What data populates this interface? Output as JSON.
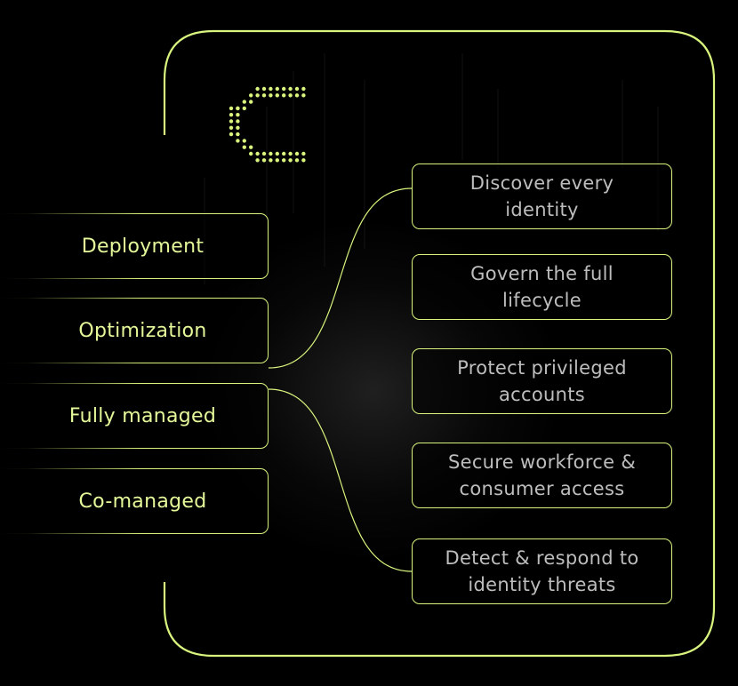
{
  "colors": {
    "accent": "#d9f57e",
    "left_text": "#e4f89a",
    "right_text": "#bdbdbd",
    "background": "#000000"
  },
  "logo": {
    "icon": "dotted-c-logo"
  },
  "services": [
    {
      "label": "Deployment"
    },
    {
      "label": "Optimization"
    },
    {
      "label": "Fully managed"
    },
    {
      "label": "Co-managed"
    }
  ],
  "capabilities": [
    {
      "label": "Discover every identity"
    },
    {
      "label": "Govern the full lifecycle"
    },
    {
      "label": "Protect privileged accounts"
    },
    {
      "label": "Secure workforce & consumer access"
    },
    {
      "label": "Detect & respond to identity threats"
    }
  ]
}
